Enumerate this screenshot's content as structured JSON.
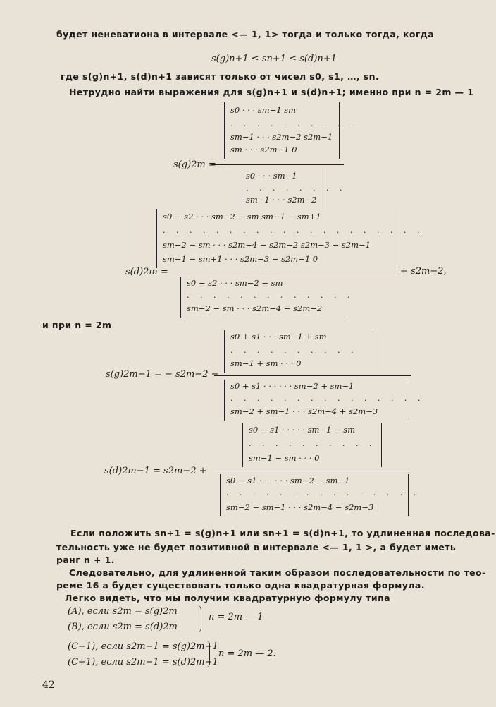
{
  "text": {
    "line1": "будет неневатиона в интервале <— 1, 1> тогда и только тогда, когда",
    "ineq": "s(g)n+1 ≤ sn+1 ≤ s(d)n+1",
    "where": "где s(g)n+1, s(d)n+1 зависят только от чисел s0, s1, …, sn.",
    "easy": "Нетрудно найти выражения для s(g)n+1 и s(d)n+1; именно при n = 2m — 1",
    "and_when": "и при n = 2m",
    "if_put": "Если положить sn+1 = s(g)n+1 или sn+1 = s(d)n+1, то удлиненная последова-",
    "if_put2": "тельность уже не будет позитивной в интервале <— 1, 1 >, а будет иметь",
    "rank": "ранг n + 1.",
    "consequently": "Следовательно, для удлиненной таким образом последовательности по тео-",
    "consequently2": "реме 16 а будет существовать только одна квадратурная формула.",
    "easy_see": "Легко видеть, что мы получим квадратурную формулу типа",
    "case_a": "(A),   если  s2m = s(g)2m",
    "case_b": "(B),   если  s2m = s(d)2m",
    "case_n1": "n = 2m — 1",
    "case_cm": "(C−1), если s2m−1 = s(g)2m−1",
    "case_cp": "(C+1), если s2m−1 = s(d)2m−1",
    "case_n2": "n = 2m — 2.",
    "page_number": "42"
  },
  "formulas": {
    "f1_lhs": "s(g)2m = −",
    "f1_num": [
      "s0 · · ·    sm−1  sm",
      ". . . . . . . . . .",
      "sm−1 · · · s2m−2  s2m−1",
      "sm · · ·   s2m−1   0"
    ],
    "f1_den": [
      "s0 · · ·    sm−1",
      ". . . . . . . .",
      "sm−1 · · · s2m−2"
    ],
    "f2_lhs": "s(d)2m =",
    "f2_num": [
      "s0 − s2      · · ·  sm−2 − sm     sm−1 − sm+1",
      ". . . . . . . . . . . . . . . . . . . .",
      "sm−2 − sm   · · · s2m−4 − s2m−2  s2m−3 − s2m−1",
      "sm−1 − sm+1 · · · s2m−3 − s2m−1     0"
    ],
    "f2_den": [
      "s0 − s2 · · ·       sm−2 − sm",
      ". . . . . . . . . . . . .",
      "sm−2 − sm · · · s2m−4 − s2m−2"
    ],
    "f2_tail": "+ s2m−2,",
    "f3_lhs": "s(g)2m−1 = − s2m−2 −",
    "f3_num": [
      "s0 + s1 · · ·  sm−1 + sm",
      ". . . . . . . . . .",
      "sm−1 + sm · · ·   0"
    ],
    "f3_den": [
      "s0 + s1 · · · · · ·       sm−2 + sm−1",
      ". . . . . . . . . . . . . . .",
      "sm−2 + sm−1 · · · s2m−4 + s2m−3"
    ],
    "f4_lhs": "s(d)2m−1 = s2m−2 +",
    "f4_num": [
      "s0 − s1 · · · · ·  sm−1 − sm",
      ". . . . . . . . . .",
      "sm−1 − sm · · ·   0"
    ],
    "f4_den": [
      "s0 − s1 · · · · · ·       sm−2 − sm−1",
      ". . . . . . . . . . . . . . .",
      "sm−2 − sm−1 · · · s2m−4 − s2m−3"
    ]
  }
}
